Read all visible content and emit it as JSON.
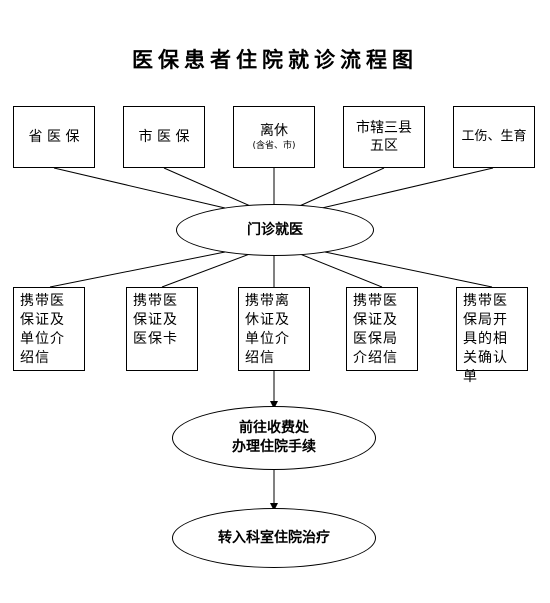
{
  "title": "医保患者住院就诊流程图",
  "top_boxes": [
    {
      "label": "省 医 保",
      "sub": ""
    },
    {
      "label": "市 医 保",
      "sub": ""
    },
    {
      "label": "离休",
      "sub": "(含省、市)"
    },
    {
      "label": "市辖三县\n五区",
      "sub": ""
    },
    {
      "label": "工伤、生育",
      "sub": ""
    }
  ],
  "outpatient": "门诊就医",
  "docs": [
    "携带医保证及单位介绍信",
    "携带医保证及医保卡",
    "携带离休证及单位介绍信",
    "携带医保证及医保局介绍信",
    "携带医保局开具的相关确认单"
  ],
  "billing": "前往收费处\n办理住院手续",
  "transfer": "转入科室住院治疗"
}
